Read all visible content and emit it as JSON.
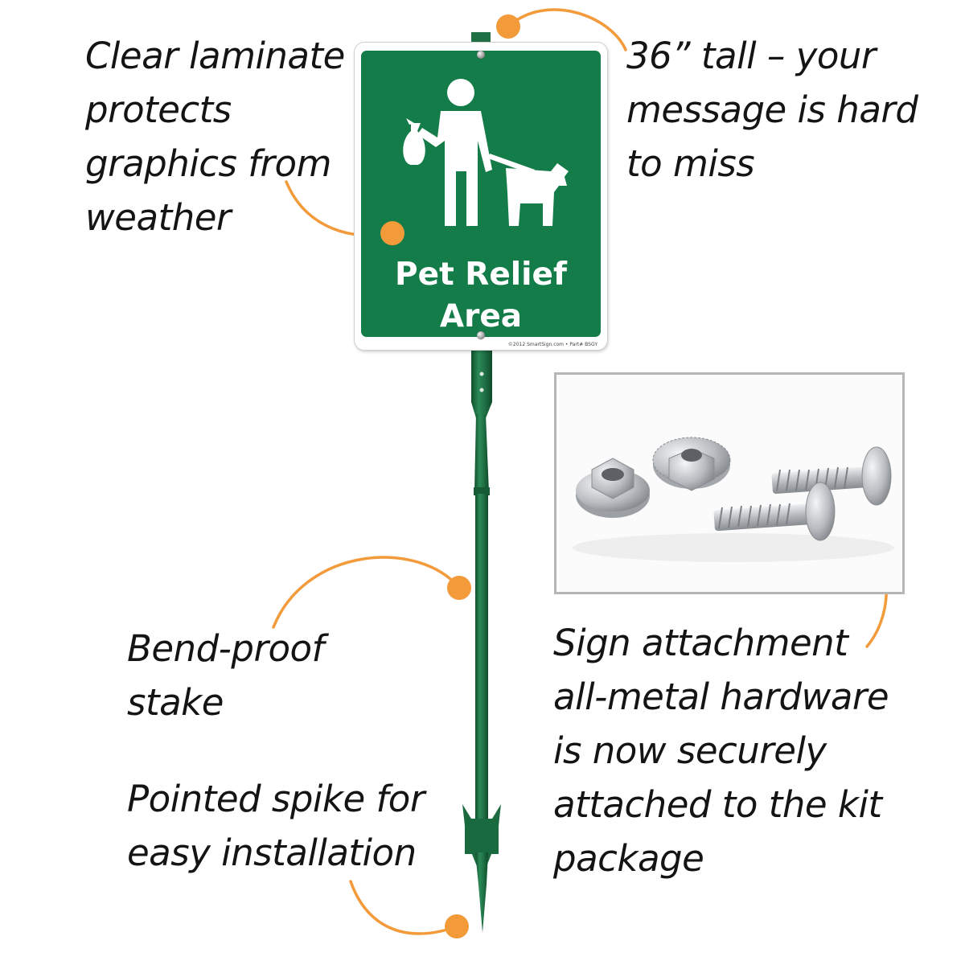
{
  "sign": {
    "title_line1": "Pet Relief",
    "title_line2": "Area",
    "footer": "©2012 SmartSign.com • Part# BSGY"
  },
  "callouts": {
    "laminate": [
      "Clear laminate",
      "protects",
      "graphics from",
      "weather"
    ],
    "height": [
      "36” tall – your",
      "message is hard",
      "to miss"
    ],
    "stake": [
      "Bend-proof",
      "stake"
    ],
    "spike": [
      "Pointed spike for",
      "easy installation"
    ],
    "hardware": [
      "Sign attachment",
      "all-metal hardware",
      "is now securely",
      "attached to the kit",
      "package"
    ]
  },
  "colors": {
    "sign_green": "#137c48",
    "stake_green": "#1f7044",
    "callout_orange": "#f39a3a",
    "text": "#141414"
  },
  "icons": {
    "sign_pictogram": "person-walking-dog-with-waste-bag-icon",
    "hardware_photo": "nuts-and-bolts"
  }
}
